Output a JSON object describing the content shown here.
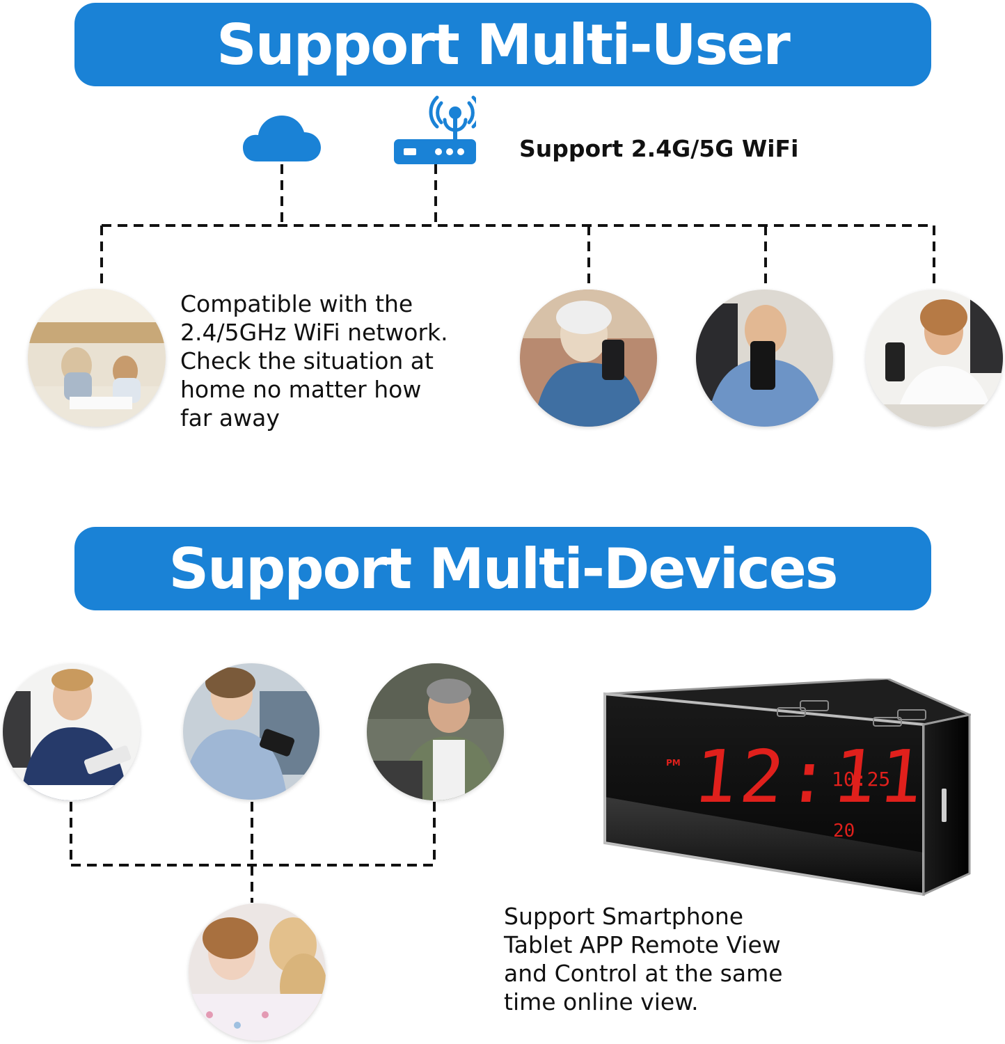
{
  "banners": {
    "multi_user": "Support Multi-User",
    "multi_devices": "Support Multi-Devices"
  },
  "wifi": {
    "label": "Support 2.4G/5G WiFi",
    "icons": [
      "cloud-icon",
      "router-icon"
    ]
  },
  "compatible_text": [
    "Compatible with the",
    "2.4/5GHz WiFi network.",
    "Check the situation at",
    "home no matter how",
    "far away"
  ],
  "devices_text": [
    "Support Smartphone",
    "Tablet APP Remote View",
    "and Control at the same",
    "time online view."
  ],
  "clock": {
    "main_time": "12:11",
    "small_time": "10:25",
    "period": "PM",
    "temperature": "20",
    "display_color": "#e0201c"
  },
  "colors": {
    "accent": "#1a82d6"
  },
  "photos": {
    "users": [
      "family-kitchen-photo",
      "grandmother-phone-photo",
      "man-phone-photo",
      "woman-office-phone-photo"
    ],
    "devices": [
      "man-tablet-photo",
      "woman-phone-photo",
      "man-glasses-laptop-photo",
      "girl-dog-photo"
    ]
  }
}
